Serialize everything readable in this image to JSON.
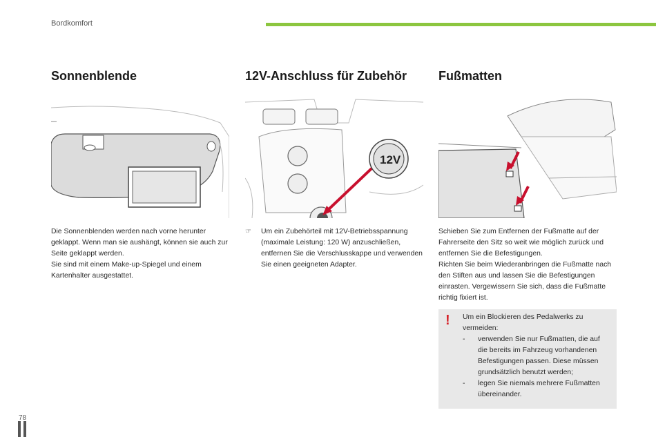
{
  "header": {
    "section_label": "Bordkomfort"
  },
  "columns": [
    {
      "title": "Sonnenblende",
      "illustration_icon": "sun-visor-illustration",
      "paragraphs": [
        "Die Sonnenblenden werden nach vorne herunter geklappt. Wenn man sie aushängt, können sie auch zur Seite geklappt werden.",
        "Sie sind mit einem Make-up-Spiegel und einem Kartenhalter ausgestattet."
      ]
    },
    {
      "title": "12V-Anschluss für Zubehör",
      "illustration_icon": "12v-socket-illustration",
      "socket_label": "12V",
      "bullet_icon": "pointing-hand-icon",
      "bullet_mark": "☞",
      "bullet_text": "Um ein Zubehörteil mit 12V-Betriebsspannung (maximale Leistung: 120 W) anzuschließen, entfernen Sie die Verschlusskappe und verwenden Sie einen geeigneten Adapter."
    },
    {
      "title": "Fußmatten",
      "illustration_icon": "floor-mat-illustration",
      "paragraphs": [
        "Schieben Sie zum Entfernen der Fußmatte auf der Fahrerseite den Sitz so weit wie möglich zurück und entfernen Sie die Befestigungen.",
        "Richten Sie beim Wiederanbringen die Fußmatte nach den Stiften aus und lassen Sie die Befestigungen einrasten. Vergewissern Sie sich, dass die Fußmatte richtig fixiert ist."
      ]
    }
  ],
  "warning_note": {
    "icon": "exclamation-icon",
    "mark": "!",
    "intro": "Um ein Blockieren des Pedalwerks zu vermeiden:",
    "items": [
      "verwenden Sie nur Fußmatten, die auf die bereits im Fahrzeug vorhandenen Befestigungen passen. Diese müssen grundsätzlich benutzt werden;",
      "legen Sie niemals mehrere Fußmatten übereinander."
    ],
    "dash": "-"
  },
  "footer": {
    "page_number": "78"
  },
  "colors": {
    "accent_green": "#8cc63f",
    "warning_red": "#d6232a",
    "note_background": "#e8e8e8"
  }
}
